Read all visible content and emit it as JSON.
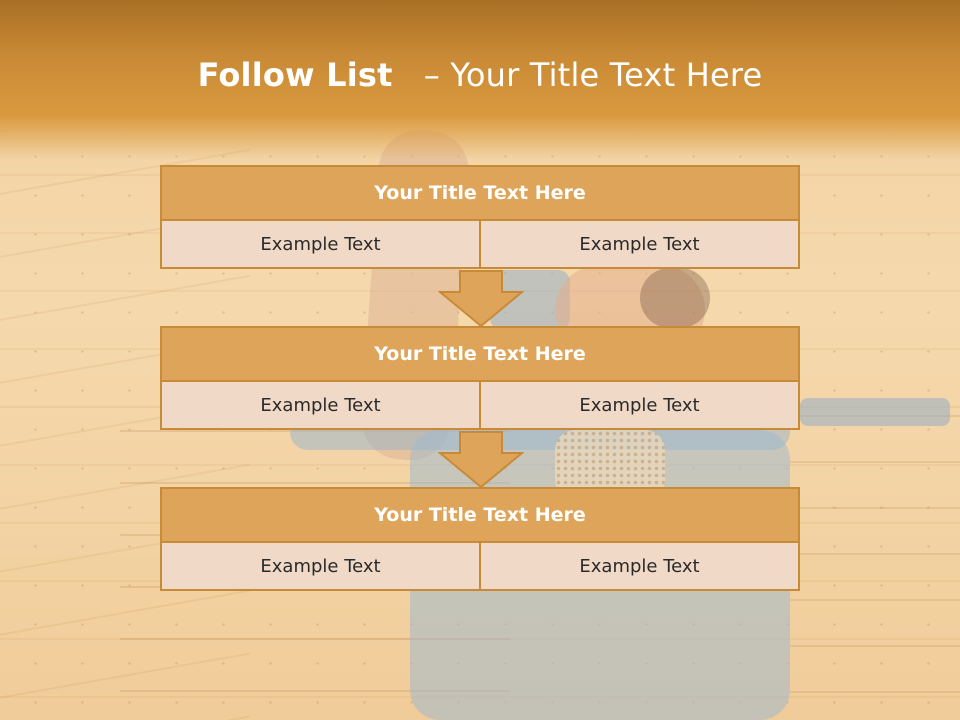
{
  "slide": {
    "title_bold": "Follow List",
    "title_rest": "– Your Title Text Here"
  },
  "blocks": [
    {
      "header": "Your Title Text Here",
      "left": "Example Text",
      "right": "Example Text"
    },
    {
      "header": "Your Title Text Here",
      "left": "Example Text",
      "right": "Example Text"
    },
    {
      "header": "Your Title Text Here",
      "left": "Example Text",
      "right": "Example Text"
    }
  ],
  "colors": {
    "accent": "#dea55a",
    "border": "#c98a38",
    "cell": "#f0d9c6",
    "header_band": "#c98a36"
  }
}
